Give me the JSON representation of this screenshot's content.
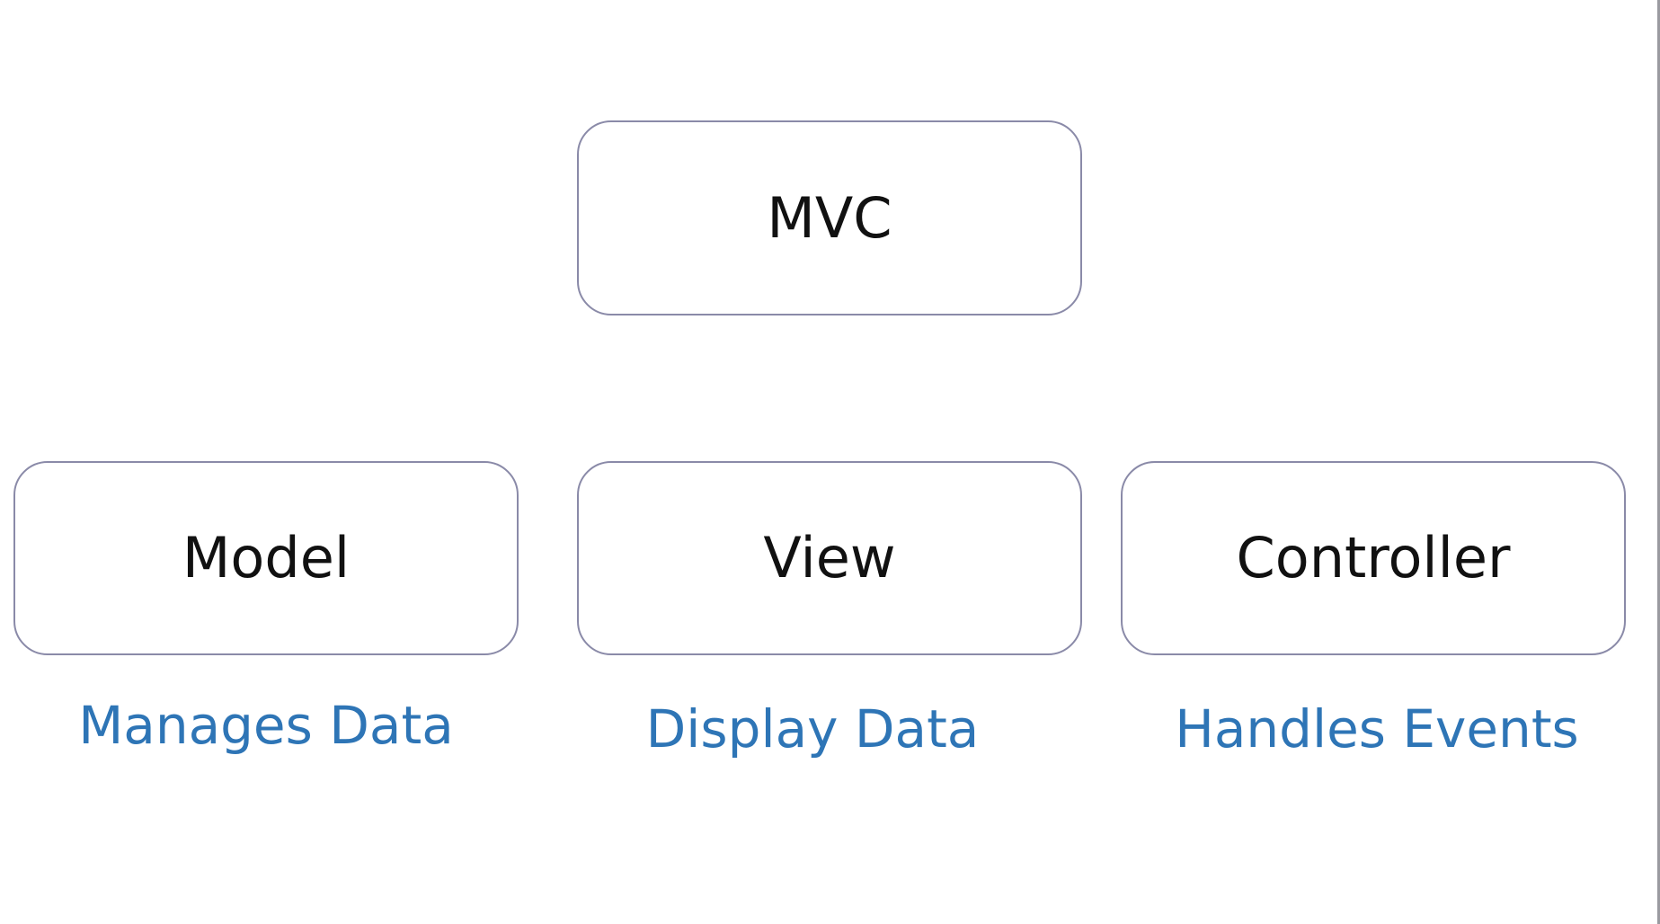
{
  "diagram": {
    "root": {
      "label": "MVC"
    },
    "components": [
      {
        "label": "Model",
        "caption": "Manages Data"
      },
      {
        "label": "View",
        "caption": "Display Data"
      },
      {
        "label": "Controller",
        "caption": "Handles Events"
      }
    ]
  },
  "colors": {
    "box_border": "#8a8aa8",
    "box_text": "#111111",
    "caption_text": "#2e75b6",
    "background": "#ffffff"
  }
}
